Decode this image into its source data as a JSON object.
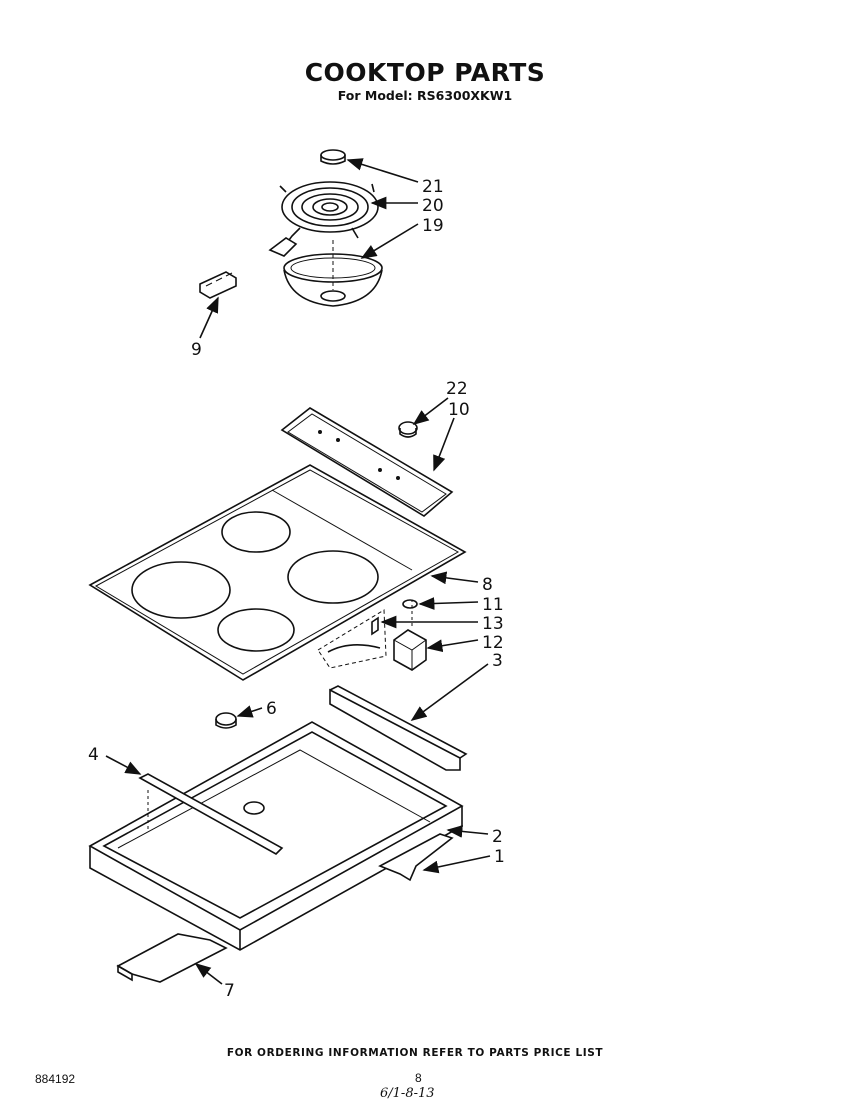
{
  "header": {
    "title": "COOKTOP PARTS",
    "subtitle": "For Model: RS6300XKW1"
  },
  "callouts": [
    {
      "id": "c21",
      "label": "21"
    },
    {
      "id": "c20",
      "label": "20"
    },
    {
      "id": "c19",
      "label": "19"
    },
    {
      "id": "c9",
      "label": "9"
    },
    {
      "id": "c22",
      "label": "22"
    },
    {
      "id": "c10",
      "label": "10"
    },
    {
      "id": "c8",
      "label": "8"
    },
    {
      "id": "c11",
      "label": "11"
    },
    {
      "id": "c13",
      "label": "13"
    },
    {
      "id": "c12",
      "label": "12"
    },
    {
      "id": "c3",
      "label": "3"
    },
    {
      "id": "c6",
      "label": "6"
    },
    {
      "id": "c4",
      "label": "4"
    },
    {
      "id": "c2",
      "label": "2"
    },
    {
      "id": "c1",
      "label": "1"
    },
    {
      "id": "c7",
      "label": "7"
    }
  ],
  "footer": {
    "ordering_note": "FOR ORDERING INFORMATION REFER TO PARTS PRICE LIST",
    "doc_number": "884192",
    "page_number": "8",
    "handwritten_note": "6/1-8-13"
  }
}
